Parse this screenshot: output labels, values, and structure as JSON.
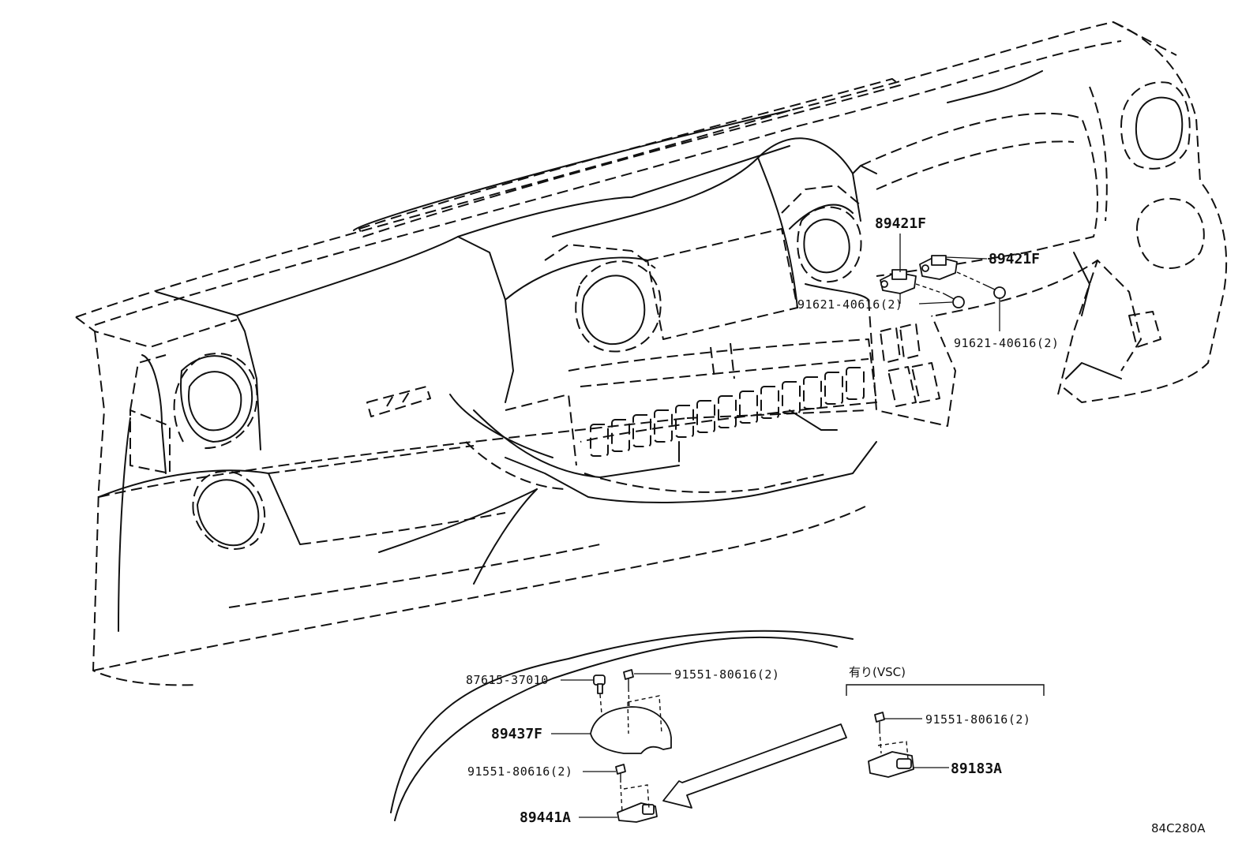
{
  "diagram_code": "84C280A",
  "variant_label": "有り(VSC)",
  "parts": {
    "sensor_upper_left": "89421F",
    "sensor_upper_right": "89421F",
    "bolt_upper_left": "91621-40616(2)",
    "bolt_upper_right": "91621-40616(2)",
    "clip": "87615-37010",
    "bolt_cover_top": "91551-80616(2)",
    "cover": "89437F",
    "bolt_sensor_lower": "91551-80616(2)",
    "sensor_lower": "89441A",
    "bolt_vsc": "91551-80616(2)",
    "sensor_vsc": "89183A"
  }
}
